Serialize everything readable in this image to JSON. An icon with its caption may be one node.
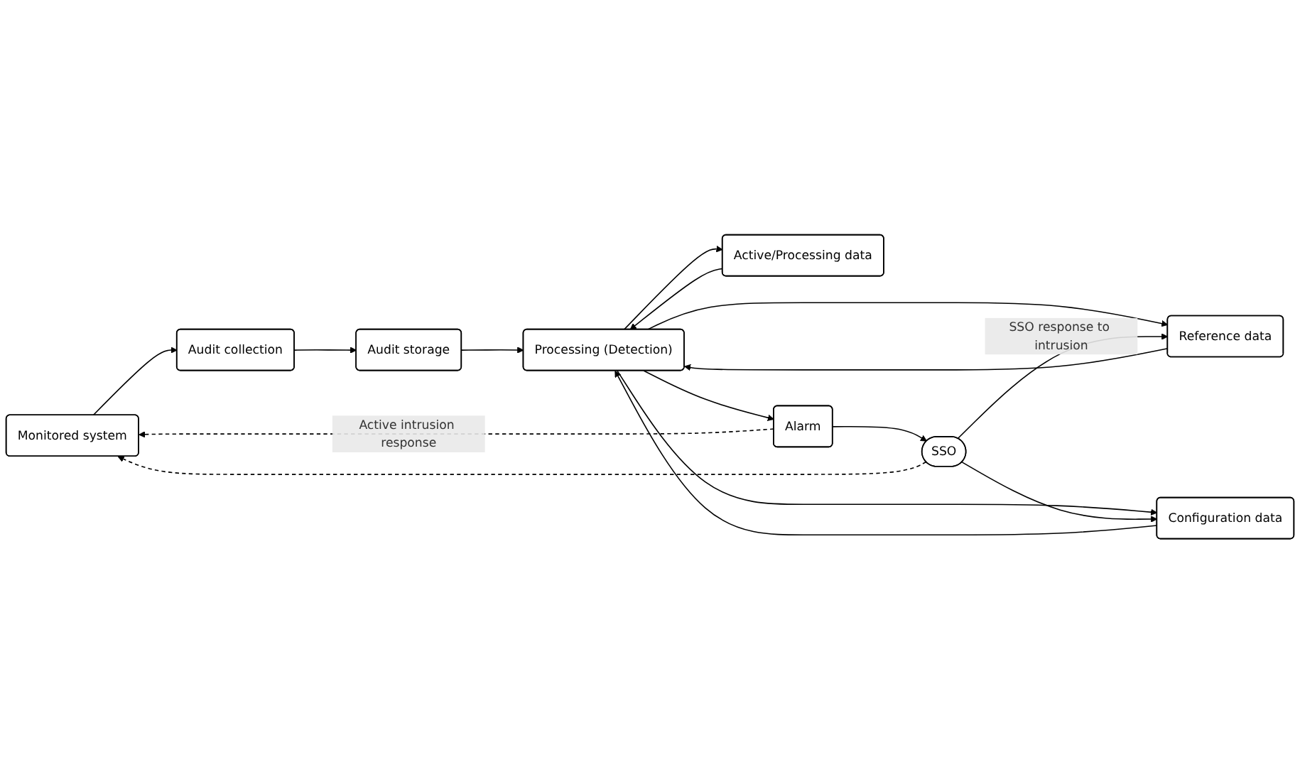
{
  "diagram": {
    "nodes": [
      {
        "text": [
          "Monitored system"
        ]
      },
      {
        "text": [
          "Audit collection"
        ]
      },
      {
        "text": [
          "Audit storage"
        ]
      },
      {
        "text": [
          "Processing (Detection)"
        ]
      },
      {
        "text": [
          "Reference data"
        ]
      },
      {
        "text": [
          "Configuration data"
        ]
      },
      {
        "text": [
          "Active/Processing data"
        ]
      },
      {
        "text": [
          "Alarm"
        ]
      },
      {
        "text": [
          "SSO"
        ]
      }
    ],
    "edges": [
      {
        "from": 0,
        "to": 1,
        "arrow": "to"
      },
      {
        "from": 1,
        "to": 2,
        "arrow": "to"
      },
      {
        "from": 2,
        "to": 3,
        "arrow": "to"
      },
      {
        "from": 3,
        "to": 4,
        "arrow": "to"
      },
      {
        "from": 4,
        "to": 3,
        "arrow": "to"
      },
      {
        "from": 3,
        "to": 5,
        "arrow": "to"
      },
      {
        "from": 5,
        "to": 3,
        "arrow": "to"
      },
      {
        "from": 3,
        "to": 6,
        "arrow": "to"
      },
      {
        "from": 6,
        "to": 3,
        "arrow": "to"
      },
      {
        "from": 3,
        "to": 7,
        "arrow": "to"
      },
      {
        "from": 7,
        "to": 8,
        "arrow": "to"
      },
      {
        "from": 8,
        "to": 4,
        "arrow": "to",
        "label": "SSO response to intrusion"
      },
      {
        "from": 8,
        "to": 5,
        "arrow": "to"
      },
      {
        "from": 8,
        "to": 0,
        "arrow": "to",
        "style": "dashed"
      },
      {
        "from": 7,
        "to": 0,
        "arrow": "to",
        "style": "dashed",
        "label": "Active intrusion response"
      }
    ]
  }
}
